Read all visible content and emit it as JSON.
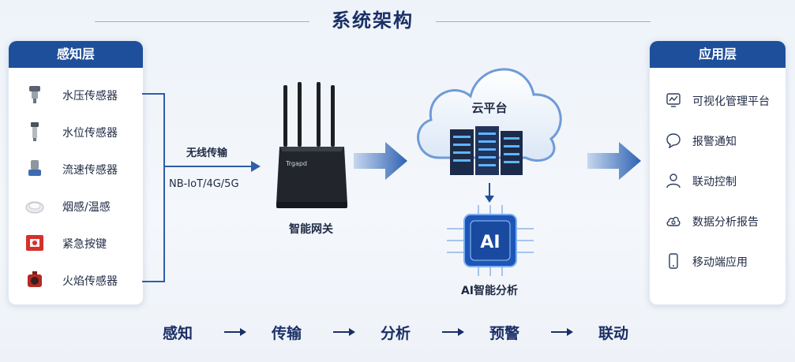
{
  "title": "系统架构",
  "perception": {
    "header": "感知层",
    "items": [
      {
        "label": "水压传感器",
        "icon": "pressure-sensor-icon"
      },
      {
        "label": "水位传感器",
        "icon": "level-sensor-icon"
      },
      {
        "label": "流速传感器",
        "icon": "flow-sensor-icon"
      },
      {
        "label": "烟感/温感",
        "icon": "smoke-detector-icon"
      },
      {
        "label": "紧急按键",
        "icon": "emergency-button-icon"
      },
      {
        "label": "火焰传感器",
        "icon": "flame-sensor-icon"
      }
    ]
  },
  "transmission": {
    "label": "无线传输",
    "protocols": "NB-IoT/4G/5G"
  },
  "gateway": {
    "label": "智能网关",
    "brand": "Trgapd"
  },
  "cloud": {
    "label": "云平台"
  },
  "ai": {
    "label": "AI智能分析",
    "chip_text": "AI"
  },
  "application": {
    "header": "应用层",
    "items": [
      {
        "label": "可视化管理平台",
        "icon": "dashboard-icon"
      },
      {
        "label": "报警通知",
        "icon": "chat-bubble-icon"
      },
      {
        "label": "联动控制",
        "icon": "user-icon"
      },
      {
        "label": "数据分析报告",
        "icon": "cloud-analytics-icon"
      },
      {
        "label": "移动端应用",
        "icon": "mobile-icon"
      }
    ]
  },
  "flow": [
    "感知",
    "传输",
    "分析",
    "预警",
    "联动"
  ],
  "colors": {
    "accent": "#1e4f9a",
    "title": "#1a2f66",
    "arrow": "#3b6fb8"
  }
}
